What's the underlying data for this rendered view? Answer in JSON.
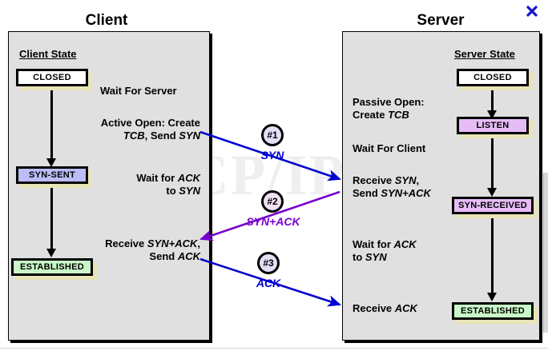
{
  "diagram": {
    "watermark": "The TCP/IP Guide",
    "close_icon": "close-icon"
  },
  "columns": {
    "client": {
      "title": "Client",
      "state_header": "Client State",
      "states": [
        {
          "label": "CLOSED",
          "color": "#ffffff"
        },
        {
          "label": "SYN-SENT",
          "color": "#bcbcf7"
        },
        {
          "label": "ESTABLISHED",
          "color": "#c9f7c9"
        }
      ],
      "notes": [
        "Wait For Server",
        "Active Open: Create\nTCB, Send SYN",
        "Wait for ACK\nto SYN",
        "Receive SYN+ACK,\nSend ACK"
      ]
    },
    "server": {
      "title": "Server",
      "state_header": "Server State",
      "states": [
        {
          "label": "CLOSED",
          "color": "#ffffff"
        },
        {
          "label": "LISTEN",
          "color": "#e6bcf7"
        },
        {
          "label": "SYN-RECEIVED",
          "color": "#e6bcf7"
        },
        {
          "label": "ESTABLISHED",
          "color": "#c9f7c9"
        }
      ],
      "notes": [
        "Passive Open:\nCreate TCB",
        "Wait For Client",
        "Receive SYN,\nSend SYN+ACK",
        "Wait for ACK\nto SYN",
        "Receive ACK"
      ]
    }
  },
  "messages": [
    {
      "badge": "#1",
      "label": "SYN",
      "direction": "client-to-server",
      "color": "#0000d0",
      "badge_fill": "#e2e0f7"
    },
    {
      "badge": "#2",
      "label": "SYN+ACK",
      "direction": "server-to-client",
      "color": "#7700cc",
      "badge_fill": "#f2e0f2"
    },
    {
      "badge": "#3",
      "label": "ACK",
      "direction": "client-to-server",
      "color": "#0000d0",
      "badge_fill": "#e2e0f7"
    }
  ],
  "colors": {
    "panel_bg": "#e0e0e0",
    "box_shadow": "#e8e4b8",
    "syn_blue": "#0000d0",
    "synack_purple": "#7700cc",
    "close_blue": "#1414cc"
  }
}
